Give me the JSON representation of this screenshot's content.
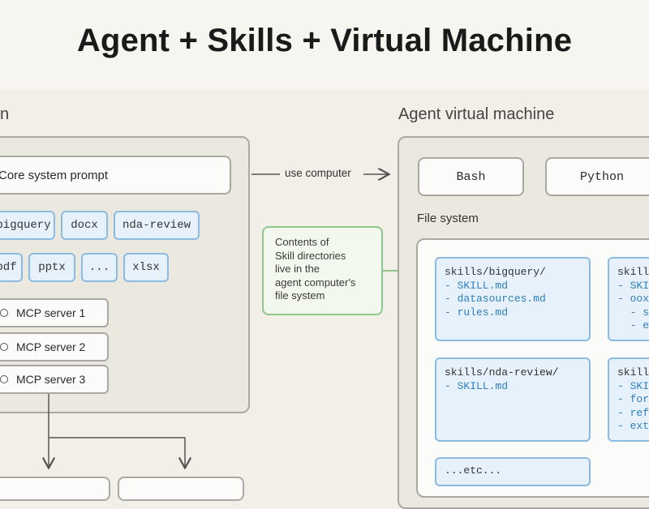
{
  "title": "Agent + Skills + Virtual Machine",
  "left_heading": "n",
  "right_heading": "Agent virtual machine",
  "system_prompt": "Core system prompt",
  "skill_tags_row1": [
    "bigquery",
    "docx",
    "nda-review"
  ],
  "skill_tags_row2": [
    "pdf",
    "pptx",
    "...",
    "xlsx"
  ],
  "mcp_servers": [
    "MCP server 1",
    "MCP server 2",
    "MCP server 3"
  ],
  "arrow_label": "use computer",
  "tools": [
    "Bash",
    "Python"
  ],
  "file_system_label": "File system",
  "note_lines": [
    "Contents of",
    "Skill directories",
    "live in the",
    "agent computer's",
    "file system"
  ],
  "skill_dirs": [
    {
      "header": "skills/bigquery/",
      "items": [
        "- SKILL.md",
        "- datasources.md",
        "- rules.md"
      ]
    },
    {
      "header": "skills/nda-review/",
      "items": [
        "- SKILL.md"
      ]
    },
    {
      "header": "...etc...",
      "items": []
    }
  ],
  "skill_dirs_right": [
    {
      "header": "skills/",
      "items": [
        "- SKILL.md",
        "- ooxml/",
        "  - s",
        "  - e"
      ]
    },
    {
      "header": "skills/",
      "items": [
        "- SKILL.md",
        "- forms",
        "- refer",
        "- extr"
      ]
    }
  ],
  "colors": {
    "background": "#f2efe8",
    "tag_blue": "#e6f1fb",
    "tag_border": "#8cbbe2",
    "note_green": "#8fc78a"
  }
}
